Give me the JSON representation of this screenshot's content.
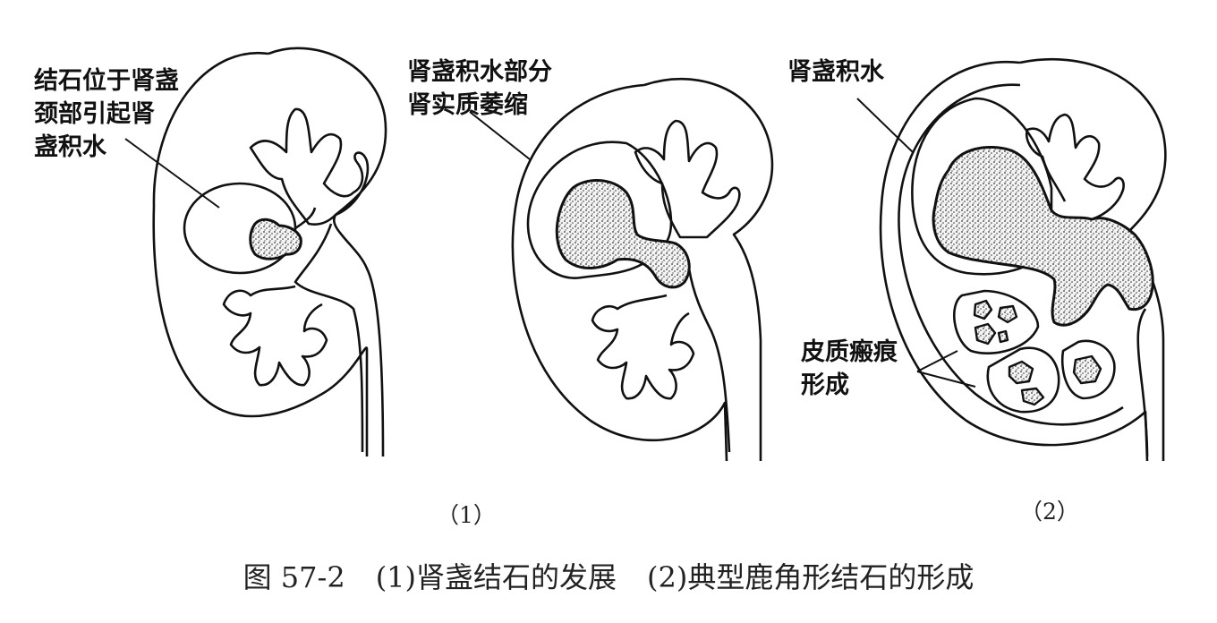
{
  "figure": {
    "labels": {
      "kidney1": [
        "结石位于肾盏",
        "颈部引起肾",
        "盏积水"
      ],
      "kidney2": [
        "肾盏积水部分",
        "肾实质萎缩"
      ],
      "kidney3_top": "肾盏积水",
      "kidney3_scar": [
        "皮质瘢痕",
        "形成"
      ]
    },
    "subfig_1": "（1）",
    "subfig_2": "（2）"
  },
  "caption": {
    "number": "图 57-2",
    "part1": "(1)肾盏结石的发展",
    "part2": "(2)典型鹿角形结石的形成"
  },
  "colors": {
    "ink": "#111111",
    "stone": "#3a3a3a",
    "paper": "#ffffff"
  }
}
